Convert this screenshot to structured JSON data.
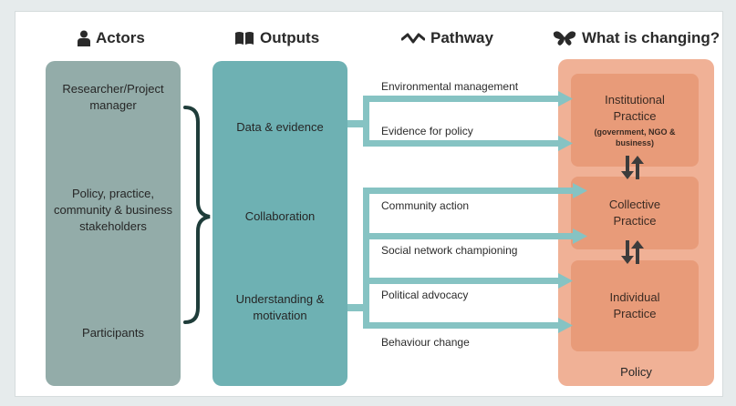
{
  "headers": {
    "actors": "Actors",
    "outputs": "Outputs",
    "pathway": "Pathway",
    "changing": "What is changing?"
  },
  "actors": [
    "Researcher/Project manager",
    "Policy, practice, community & business stakeholders",
    "Participants"
  ],
  "outputs": [
    "Data & evidence",
    "Collaboration",
    "Understanding & motivation"
  ],
  "pathways": [
    "Environmental management",
    "Evidence for policy",
    "Community action",
    "Social network championing",
    "Political advocacy",
    "Behaviour change"
  ],
  "changing": {
    "institutional_title": "Institutional Practice",
    "institutional_note": "(government, NGO & business)",
    "collective": "Collective Practice",
    "individual": "Individual Practice",
    "policy": "Policy"
  },
  "colors": {
    "actors_bg": "#93aca9",
    "outputs_bg": "#6eb1b3",
    "arrow": "#86c3c3",
    "change_outer": "#f0b196",
    "change_box": "#e89b79",
    "brace": "#1f3d3a"
  },
  "icons": [
    "person-icon",
    "book-icon",
    "pathway-wave-icon",
    "butterfly-icon",
    "double-arrow-icon"
  ]
}
